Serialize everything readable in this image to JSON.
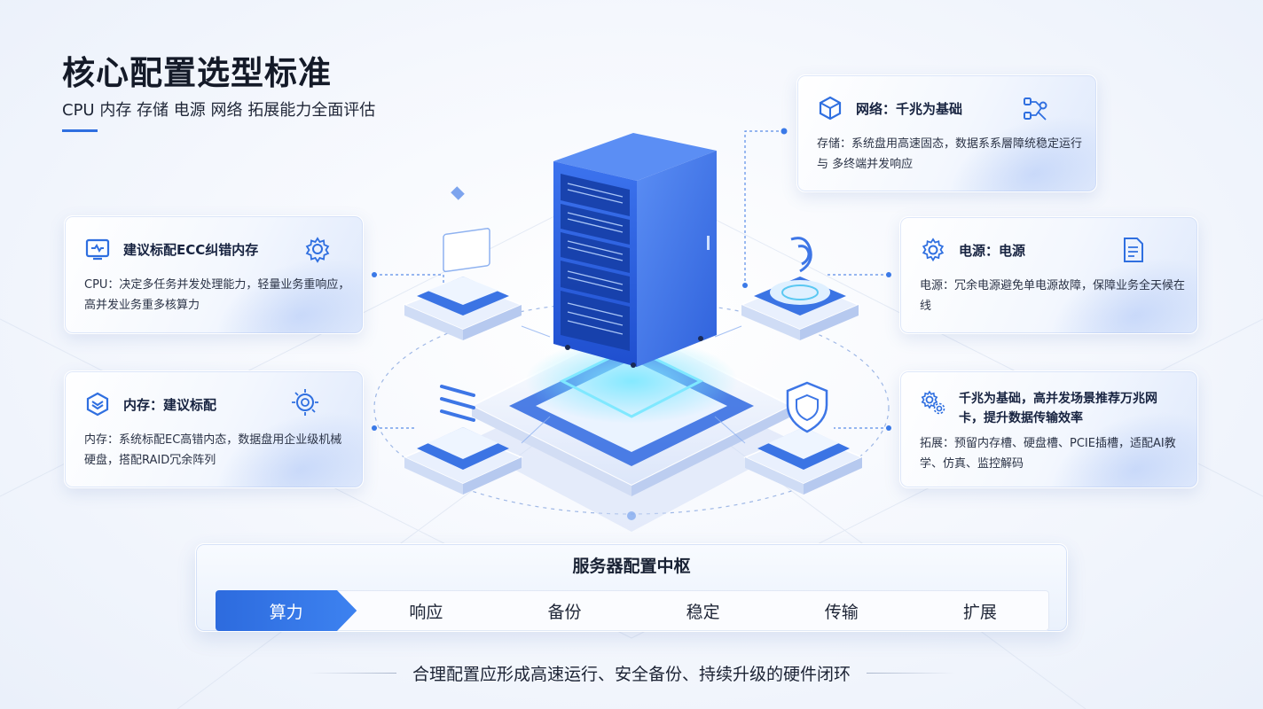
{
  "header": {
    "title": "核心配置选型标准",
    "subtitle": "CPU 内存 存储 电源 网络 拓展能力全面评估"
  },
  "cards": {
    "ecc": {
      "title": "建议标配ECC纠错内存",
      "body": "CPU：决定多任务并发处理能力，轻量业务重响应，高并发业务重多核算力",
      "icon": "monitor-icon",
      "deco_icon": "gear-icon"
    },
    "memory": {
      "title": "内存：建议标配",
      "body": "内存：系统标配EC高错内态，数据盘用企业级机械硬盘，搭配RAID冗余阵列",
      "icon": "layers-icon",
      "deco_icon": "chip-icon"
    },
    "network": {
      "title": "网络：千兆为基础",
      "body": "存储：系统盘用高速固态，数据系系層障统稳定运行与 多终端并发响应",
      "icon": "cube-icon",
      "deco_icon": "network-icon"
    },
    "power": {
      "title": "电源：电源",
      "body": "电源：冗余电源避免单电源故障，保障业务全天候在线",
      "icon": "gear-icon",
      "deco_icon": "document-icon"
    },
    "expand": {
      "title": "千兆为基础，高并发场景推荐万兆网卡，提升数据传输效率",
      "body": "拓展：预留内存槽、硬盘槽、PCIE插槽，适配AI教学、仿真、监控解码",
      "icon": "gears-icon"
    }
  },
  "hub": {
    "title": "服务器配置中枢",
    "tabs": [
      "算力",
      "响应",
      "备份",
      "稳定",
      "传输",
      "扩展"
    ],
    "active_tab": 0
  },
  "footer": {
    "text": "合理配置应形成高速运行、安全备份、持续升级的硬件闭环"
  },
  "colors": {
    "accent": "#2f6fe0",
    "server_front": "#2a5fe0",
    "server_side": "#4a7fee",
    "platform": "#eef3fd"
  }
}
